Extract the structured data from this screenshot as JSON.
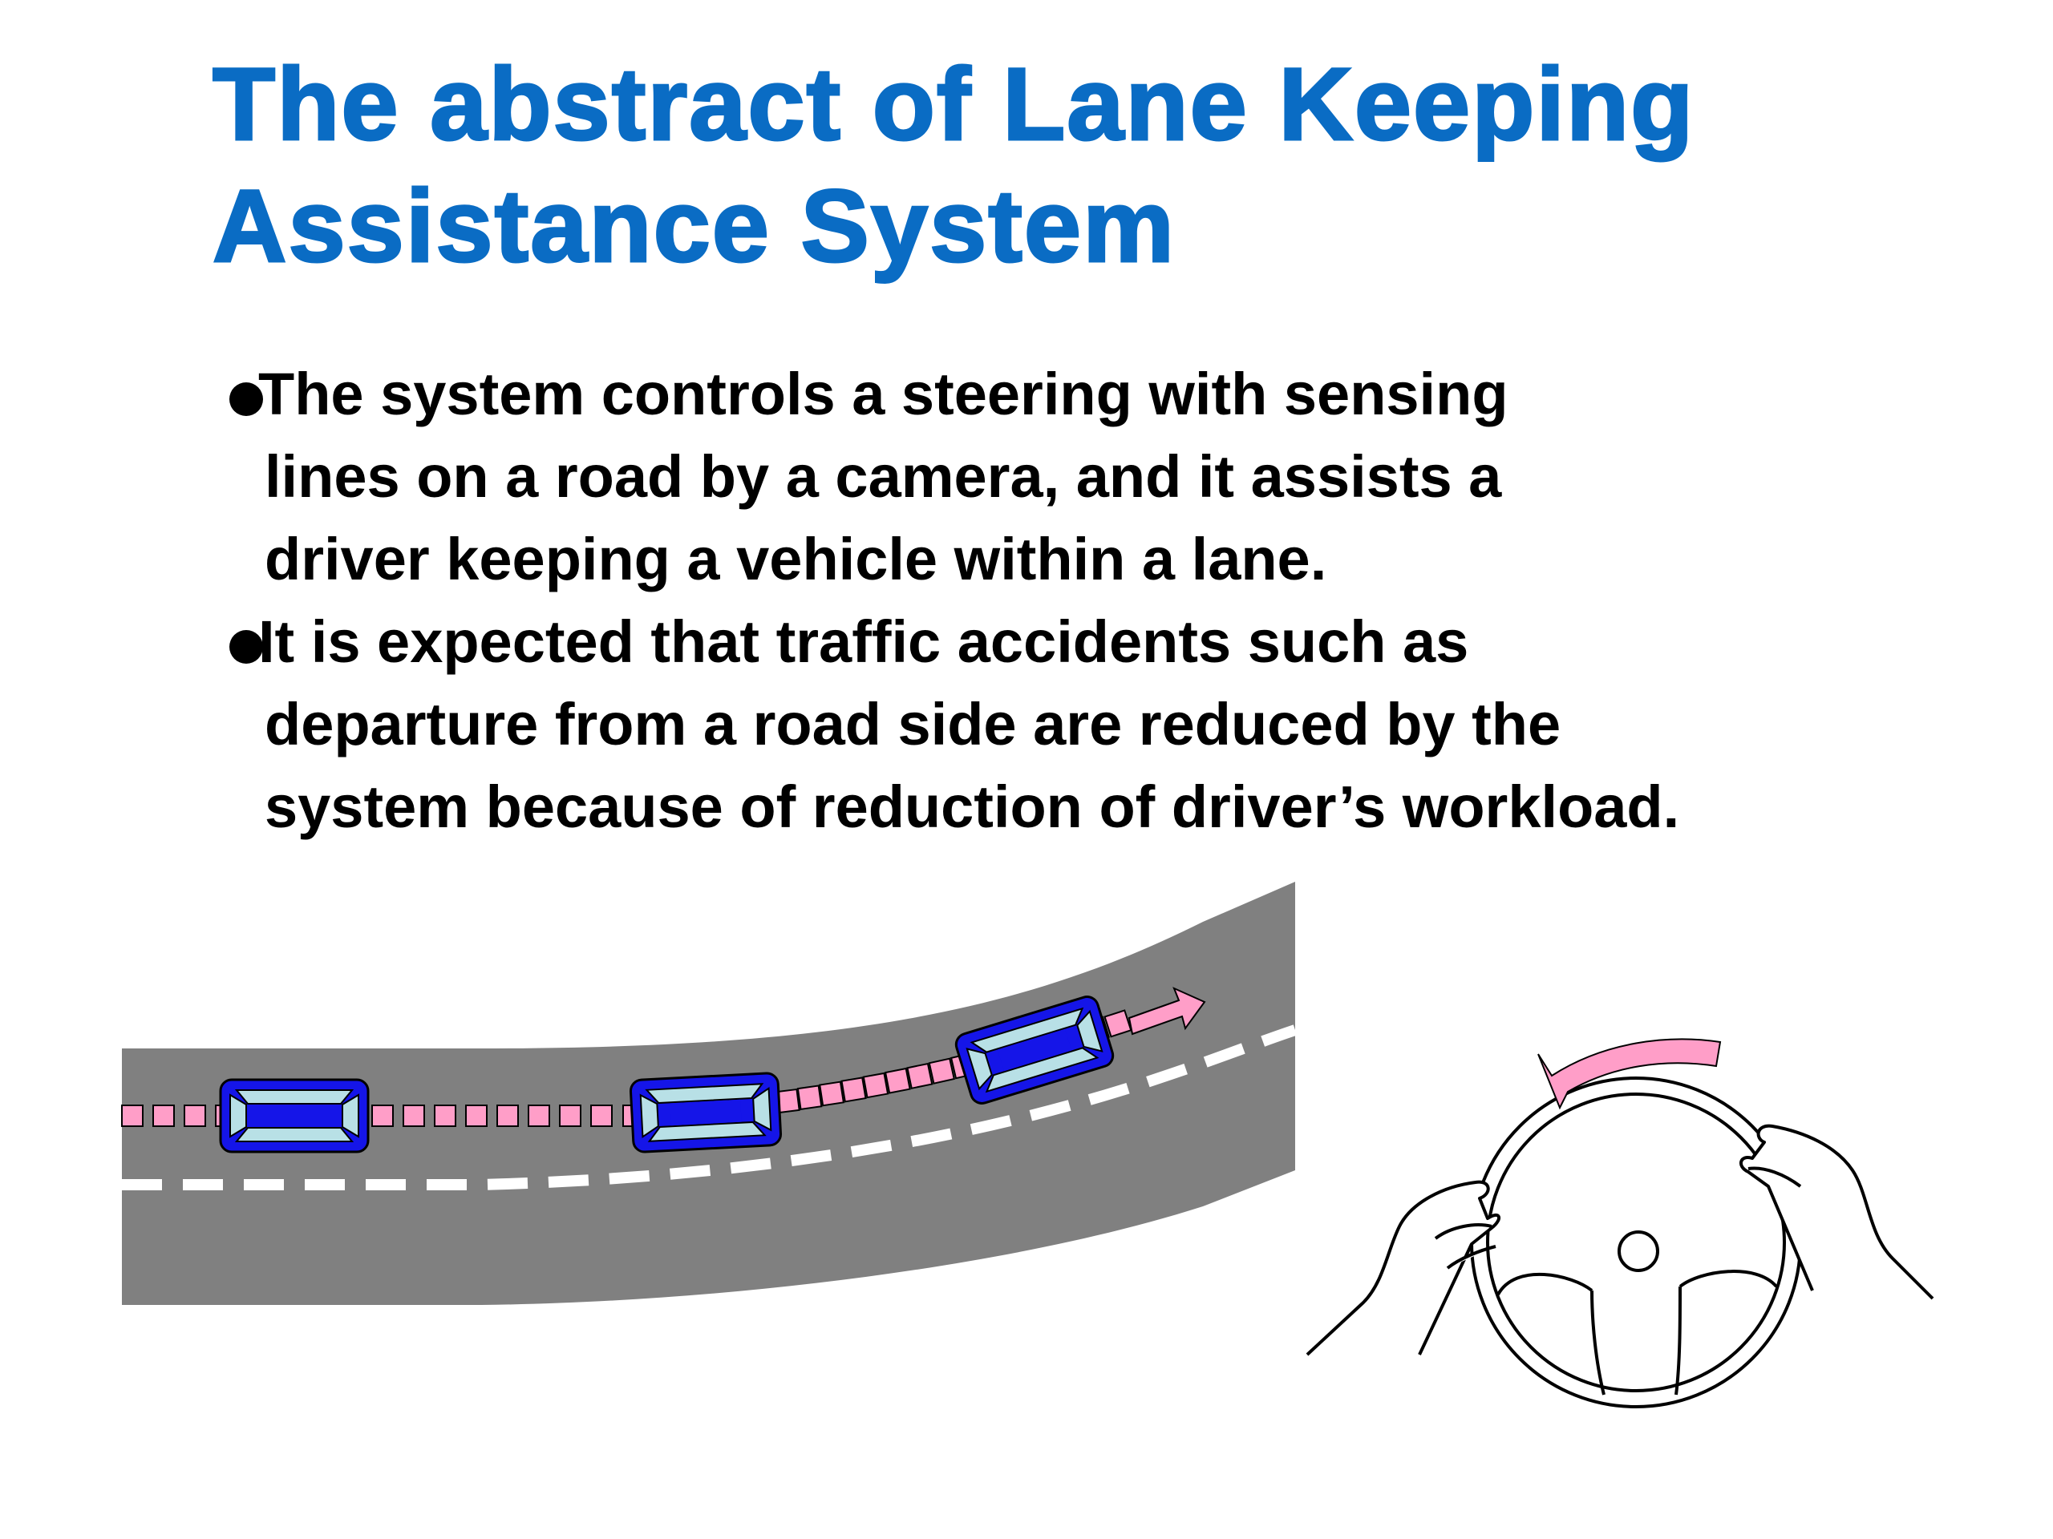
{
  "title": {
    "lines": [
      "The abstract of Lane Keeping",
      "Assistance System"
    ],
    "color": "#0a6cc4"
  },
  "bullets": [
    {
      "lines": [
        "The system controls a steering with sensing",
        "lines on a road by a camera, and it assists a",
        "driver keeping a vehicle within a lane."
      ]
    },
    {
      "lines": [
        "It is expected that traffic accidents such as",
        "departure from a road side are reduced by the",
        "system because of reduction of driver’s workload."
      ]
    }
  ],
  "illustration": {
    "road_color": "#808080",
    "lane_marking_color": "#ffffff",
    "trajectory_color": "#ff9ec8",
    "car_body_color": "#1515e8",
    "car_window_color": "#b8e0e6",
    "steering_arrow_color": "#ff9ec8",
    "vehicle_count": 3,
    "icons": [
      "car-icon",
      "steering-wheel-icon",
      "hand-icon",
      "arrow-icon"
    ]
  }
}
